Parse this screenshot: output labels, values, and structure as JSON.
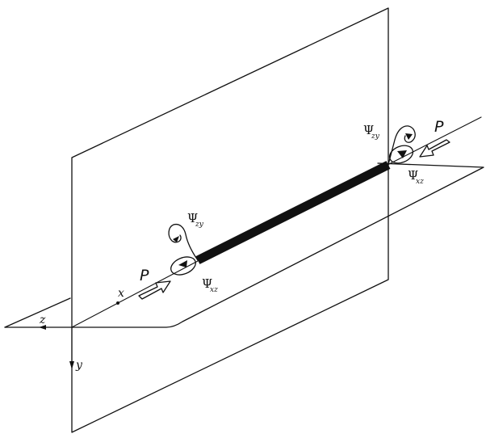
{
  "axes": {
    "x_label": "x",
    "y_label": "y",
    "z_label": "z"
  },
  "loads": {
    "left_force": "P",
    "right_force": "P"
  },
  "moments": {
    "left_upper": {
      "symbol": "Ψ",
      "subscript": "zy"
    },
    "left_lower": {
      "symbol": "Ψ",
      "subscript": "xz"
    },
    "right_upper": {
      "symbol": "Ψ",
      "subscript": "zy"
    },
    "right_lower": {
      "symbol": "Ψ",
      "subscript": "xz"
    }
  }
}
